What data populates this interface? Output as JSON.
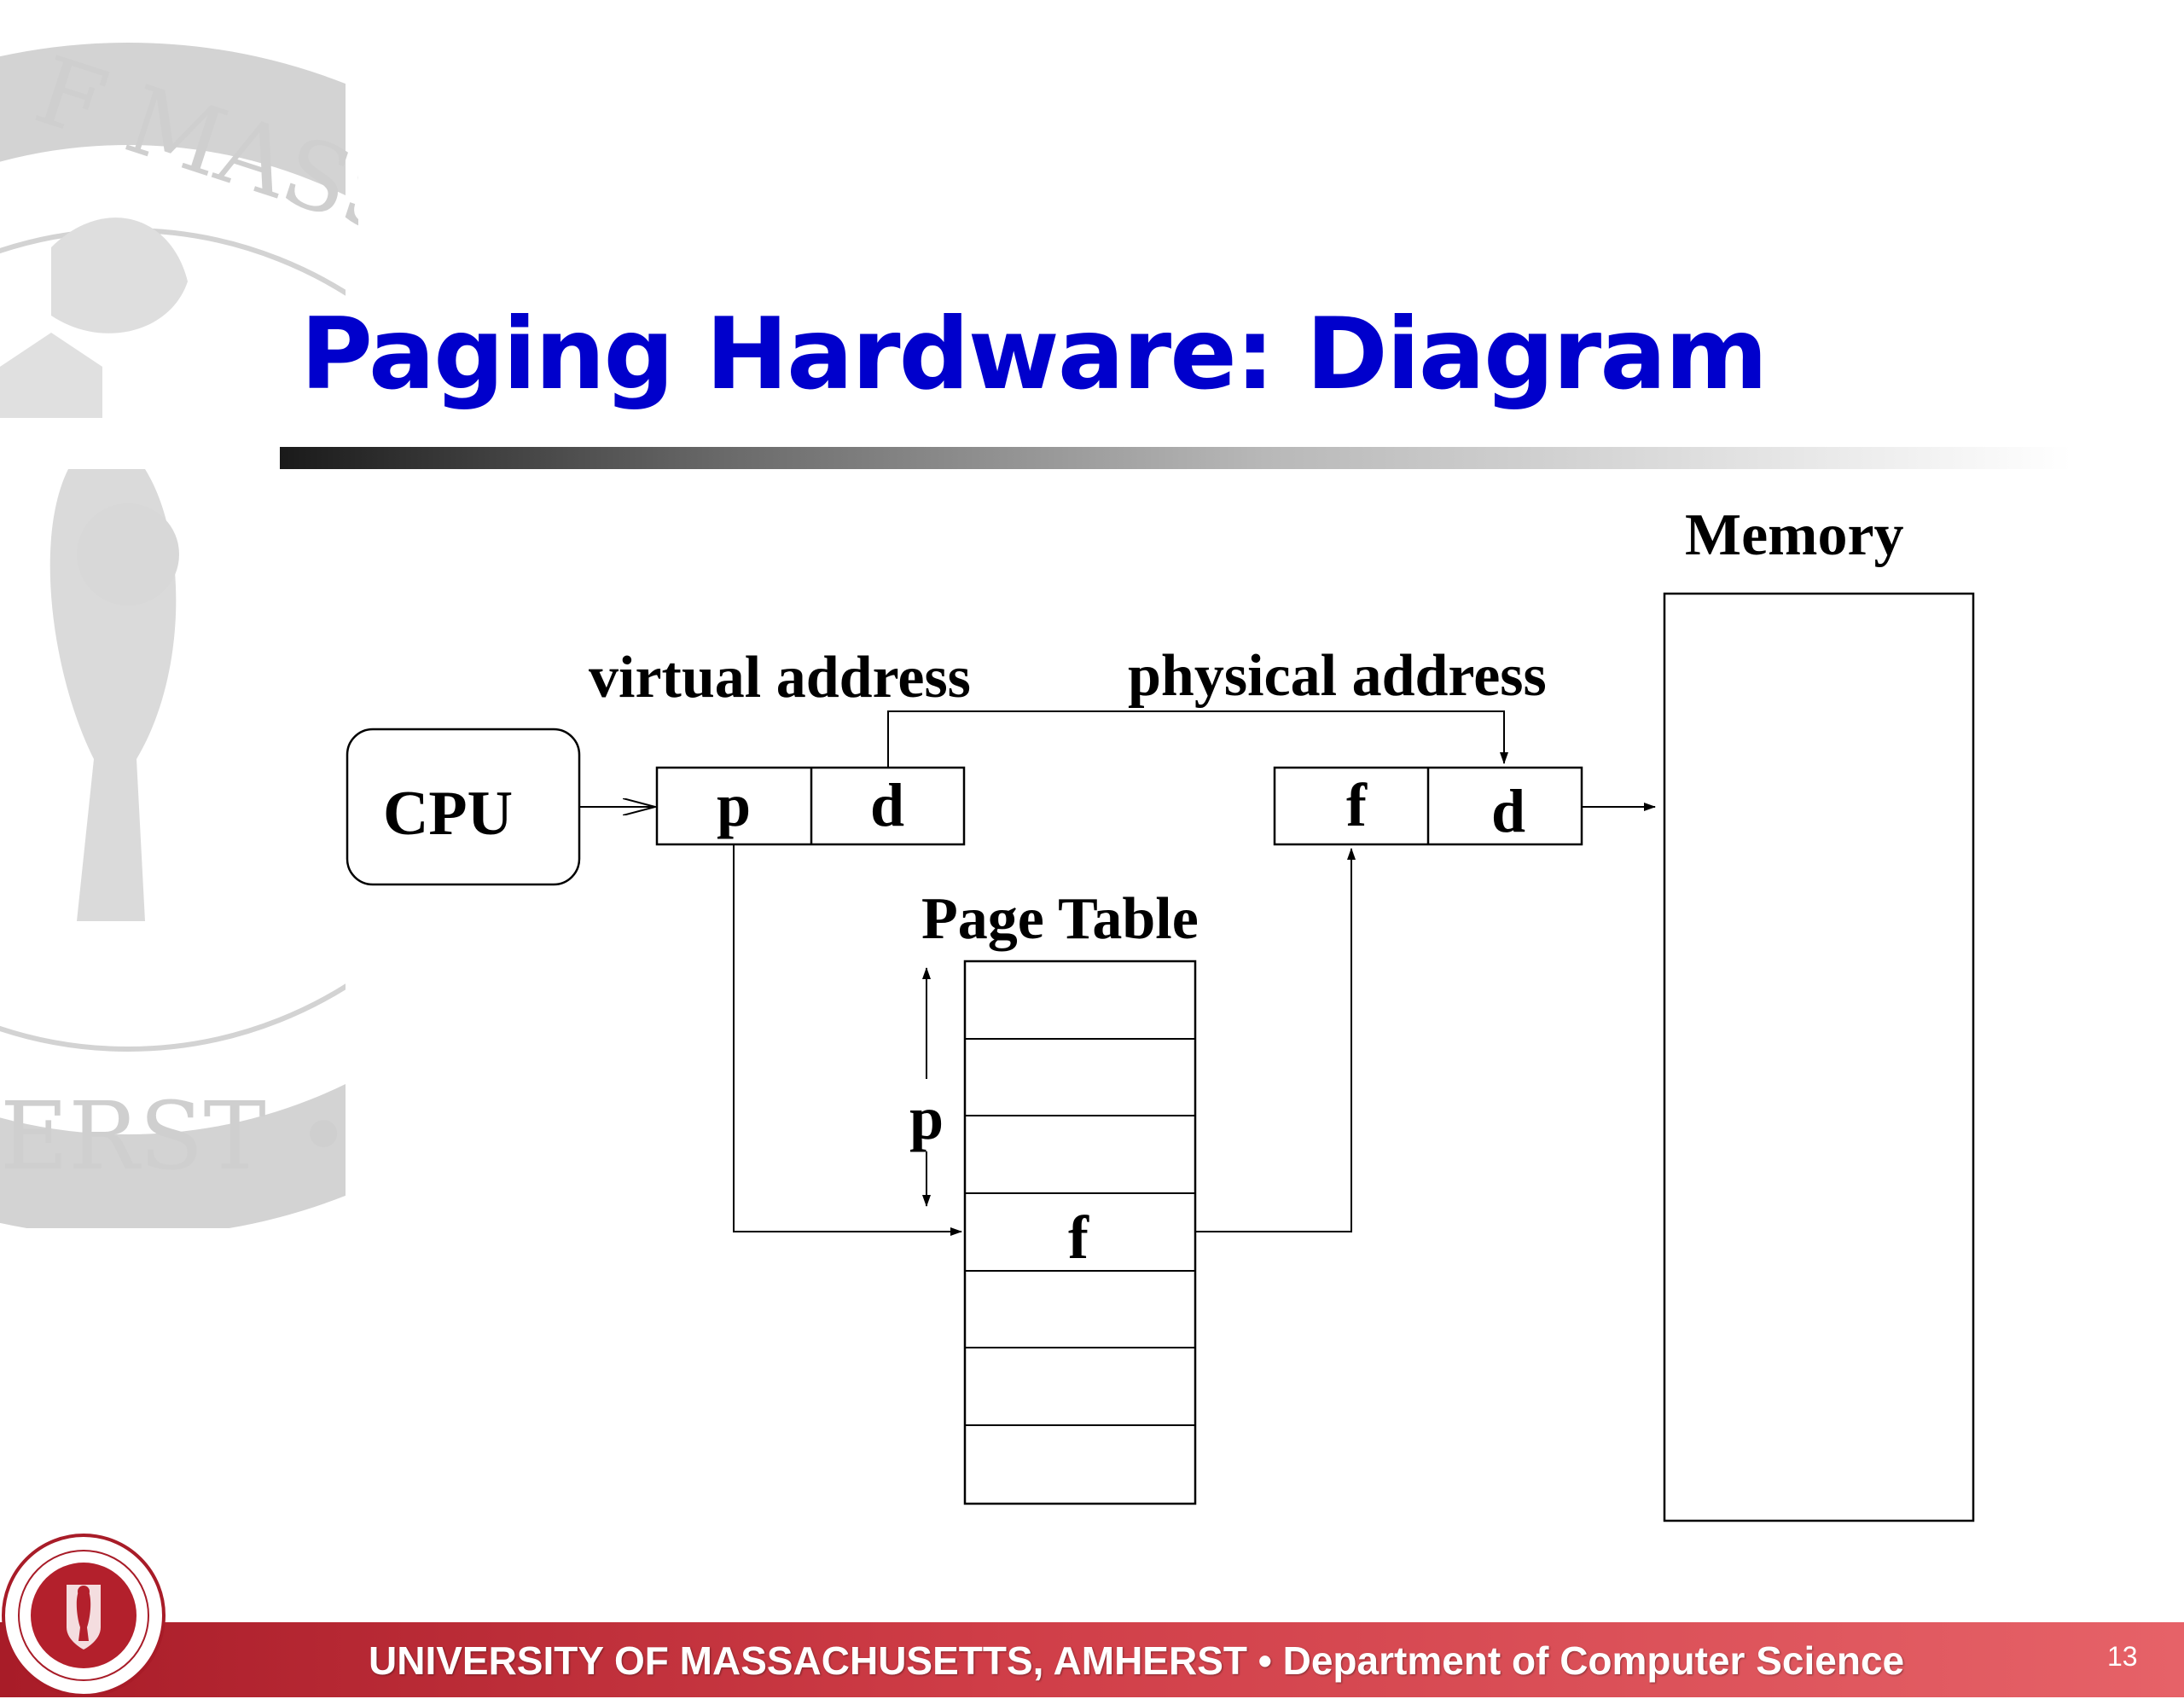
{
  "slide": {
    "title": "Paging Hardware: Diagram",
    "footer": "UNIVERSITY OF MASSACHUSETTS, AMHERST  •  Department of Computer Science",
    "page_number": "13"
  },
  "diagram": {
    "cpu_label": "CPU",
    "virtual_address_label": "virtual address",
    "physical_address_label": "physical address",
    "memory_label": "Memory",
    "page_table_label": "Page Table",
    "virtual_address_fields": [
      "p",
      "d"
    ],
    "physical_address_fields": [
      "f",
      "d"
    ],
    "page_index_label": "p",
    "frame_entry_label": "f"
  },
  "colors": {
    "title": "#0000cc",
    "footer_bar": "#c8323c"
  }
}
